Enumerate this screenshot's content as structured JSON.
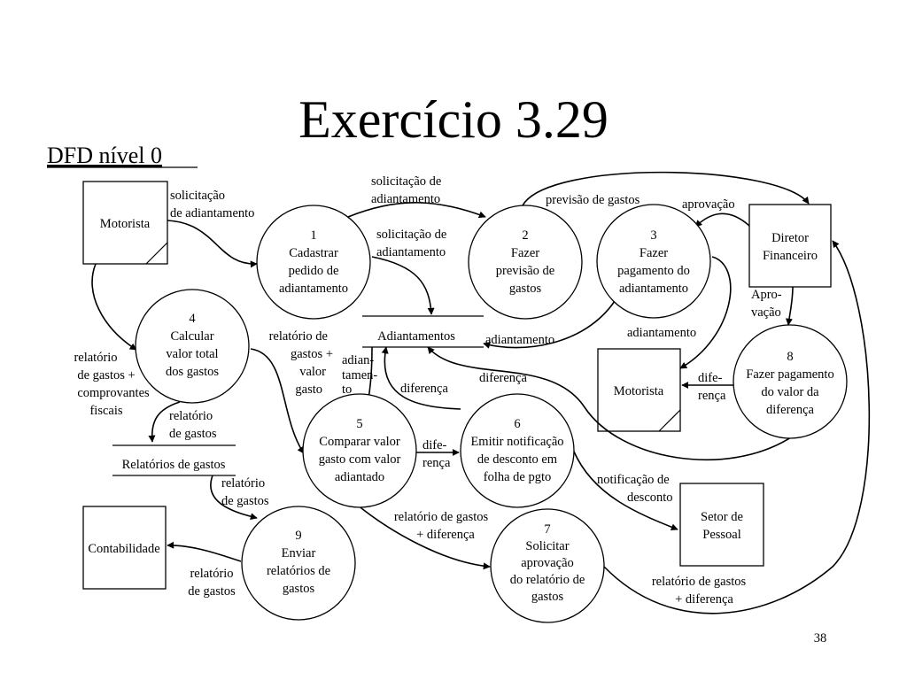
{
  "slide": {
    "title": "Exercício 3.29",
    "subtitle": "DFD nível 0",
    "page_number": "38"
  },
  "entities": {
    "motorista_1": "Motorista",
    "motorista_2": "Motorista",
    "diretor": [
      "Diretor",
      "Financeiro"
    ],
    "setor": [
      "Setor de",
      "Pessoal"
    ],
    "contabilidade": "Contabilidade"
  },
  "processes": {
    "p1": {
      "num": "1",
      "lines": [
        "Cadastrar",
        "pedido de",
        "adiantamento"
      ]
    },
    "p2": {
      "num": "2",
      "lines": [
        "Fazer",
        "previsão de",
        "gastos"
      ]
    },
    "p3": {
      "num": "3",
      "lines": [
        "Fazer",
        "pagamento do",
        "adiantamento"
      ]
    },
    "p4": {
      "num": "4",
      "lines": [
        "Calcular",
        "valor total",
        "dos gastos"
      ]
    },
    "p5": {
      "num": "5",
      "lines": [
        "Comparar valor",
        "gasto com valor",
        "adiantado"
      ]
    },
    "p6": {
      "num": "6",
      "lines": [
        "Emitir notificação",
        "de desconto em",
        "folha de pgto"
      ]
    },
    "p7": {
      "num": "7",
      "lines": [
        "Solicitar",
        "aprovação",
        "do relatório de",
        "gastos"
      ]
    },
    "p8": {
      "num": "8",
      "lines": [
        "Fazer pagamento",
        "do valor da",
        "diferença"
      ]
    },
    "p9": {
      "num": "9",
      "lines": [
        "Enviar",
        "relatórios de",
        "gastos"
      ]
    }
  },
  "stores": {
    "adiantamentos": "Adiantamentos",
    "relatorios": "Relatórios de gastos"
  },
  "flows": {
    "f_mot_p1": [
      "solicitação",
      "de adiantamento"
    ],
    "f_p1_p2": [
      "solicitação de",
      "adiantamento"
    ],
    "f_p1_store": [
      "solicitação de",
      "adiantamento"
    ],
    "f_prev": [
      "previsão de gastos"
    ],
    "f_aprov": [
      "aprovação"
    ],
    "f_apro_vacao": [
      "Apro-",
      "vação"
    ],
    "f_mot_p4": [
      "relatório",
      "de gastos +",
      "comprovantes",
      "fiscais"
    ],
    "f_p4_p5": [
      "relatório de",
      "gastos +",
      "valor",
      "gasto"
    ],
    "f_store_p5": [
      "adian-",
      "tamen-",
      "to"
    ],
    "f_p3_store": [
      "adiantamento"
    ],
    "f_p3_mot": [
      "adiantamento"
    ],
    "f_dif1": [
      "diferença"
    ],
    "f_dif2": [
      "diferença"
    ],
    "f_p8_mot": [
      "dife-",
      "rença"
    ],
    "f_p4_rel": [
      "relatório",
      "de gastos"
    ],
    "f_rel_p9": [
      "relatório",
      "de gastos"
    ],
    "f_p5_p6": [
      "dife-",
      "rença"
    ],
    "f_p6_setor": [
      "notificação de",
      "desconto"
    ],
    "f_p5_p7": [
      "relatório de gastos",
      "+ diferença"
    ],
    "f_p9_cont": [
      "relatório",
      "de gastos"
    ],
    "f_p7_dir": [
      "relatório de gastos",
      "+ diferença"
    ]
  }
}
